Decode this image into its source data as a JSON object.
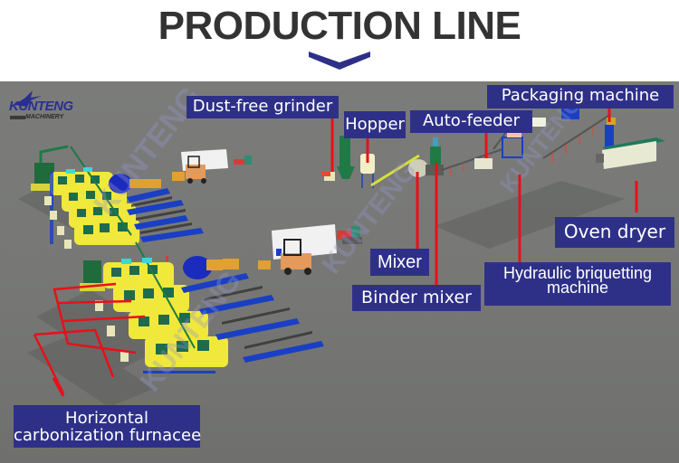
{
  "header": {
    "title": "PRODUCTION LINE",
    "chevron_icon": "chevron-down-icon",
    "accent_color": "#2e3088"
  },
  "brand": {
    "name": "KUNTENG",
    "tagline": "MACHINERY",
    "watermark": "KUNTENG",
    "watermark_sub": "MACHINERY"
  },
  "labels": {
    "dust_free_grinder": "Dust-free grinder",
    "hopper": "Hopper",
    "auto_feeder": "Auto-feeder",
    "packaging_machine": "Packaging machine",
    "oven_dryer": "Oven dryer",
    "mixer": "Mixer",
    "binder_mixer": "Binder mixer",
    "hydraulic_briquetting_machine_line1": "Hydraulic briquetting",
    "hydraulic_briquetting_machine_line2": "machine",
    "horizontal_carbonization_furnace_line1": "Horizontal",
    "horizontal_carbonization_furnace_line2": "carbonization furnacee"
  },
  "colors": {
    "label_bg": "#2e3088",
    "leader_line": "#e8101a",
    "furnace_body": "#f0e83a",
    "furnace_window": "#1e6b50",
    "rack_blue": "#1a3fc4",
    "ground": "#777876"
  }
}
